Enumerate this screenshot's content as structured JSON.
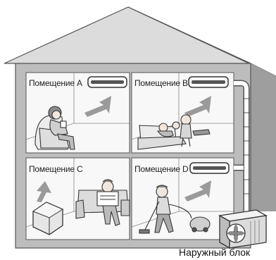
{
  "rooms": {
    "a": {
      "label": "Помещение A"
    },
    "b": {
      "label": "Помещение B"
    },
    "c": {
      "label": "Помещение C"
    },
    "d": {
      "label": "Помещение D"
    }
  },
  "outdoor_unit": {
    "label": "Наружный блок"
  },
  "colors": {
    "roof_light": "#d9d9d9",
    "roof_side": "#a8a8a8",
    "wall": "#b8b8b8",
    "room_bg": "#f7f7f7",
    "pipe": "#ffffff",
    "outline": "#444444"
  }
}
